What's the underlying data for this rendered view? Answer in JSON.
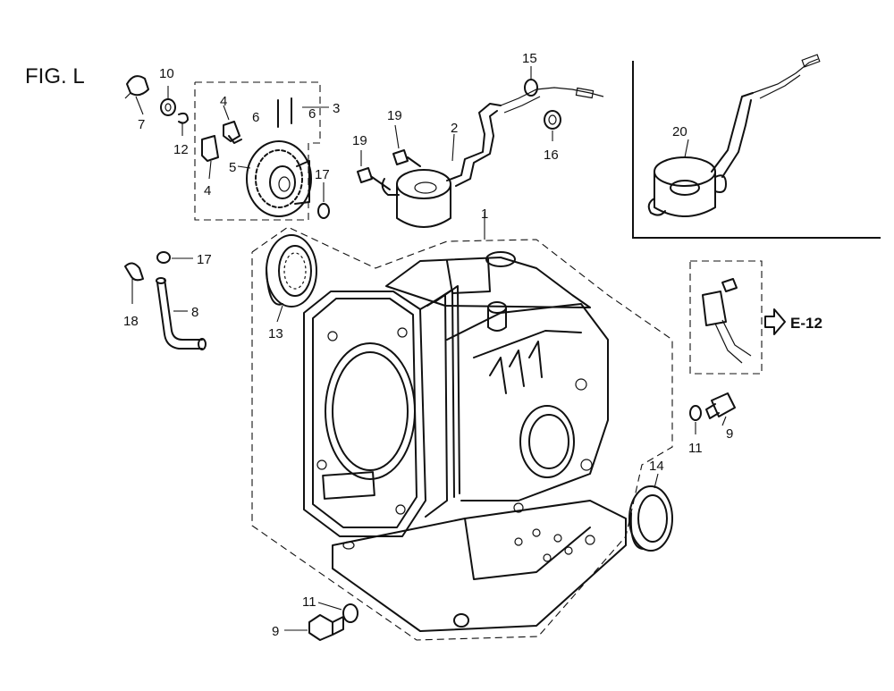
{
  "figure": {
    "title": "FIG. L"
  },
  "callouts": {
    "c1": "1",
    "c2": "2",
    "c3": "3",
    "c4a": "4",
    "c4b": "4",
    "c5": "5",
    "c6a": "6",
    "c6b": "6",
    "c7": "7",
    "c8": "8",
    "c9a": "9",
    "c9b": "9",
    "c10": "10",
    "c11a": "11",
    "c11b": "11",
    "c12": "12",
    "c13": "13",
    "c14": "14",
    "c15": "15",
    "c16": "16",
    "c17a": "17",
    "c17b": "17",
    "c18": "18",
    "c19a": "19",
    "c19b": "19",
    "c20": "20"
  },
  "reference": {
    "label": "E-12",
    "icon": "arrow-right-icon"
  }
}
